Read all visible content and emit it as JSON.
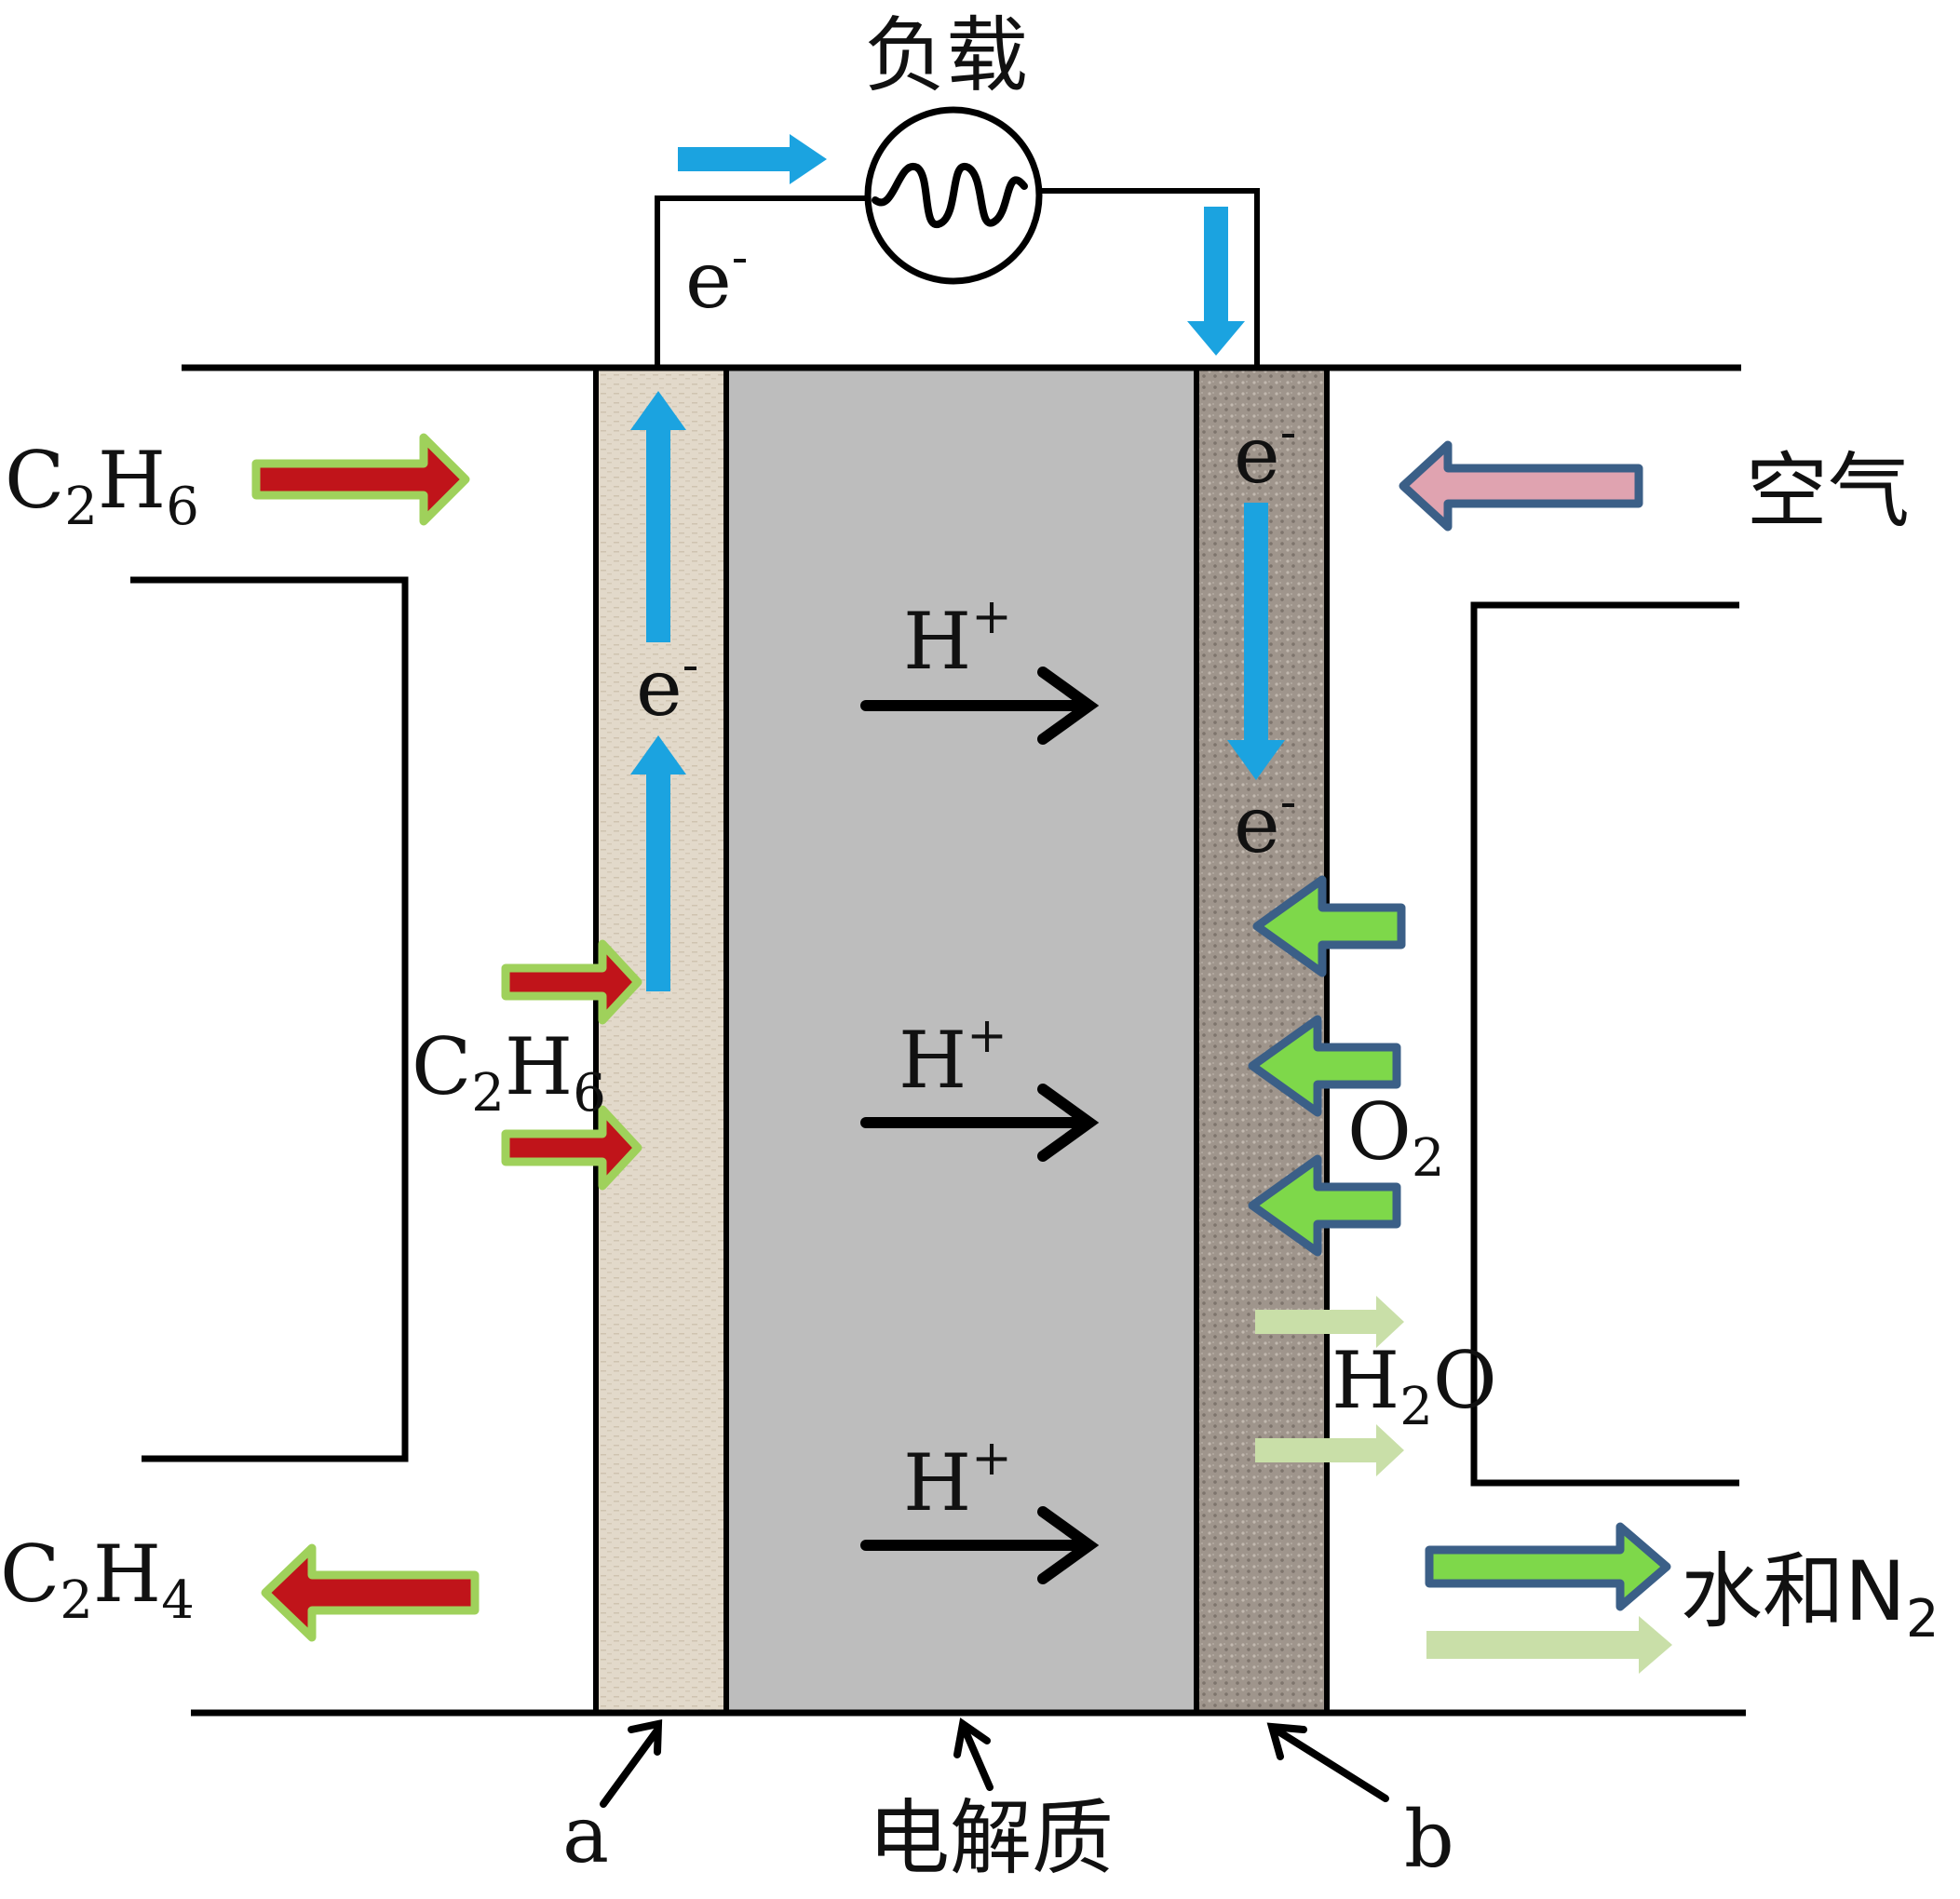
{
  "load_label": "负载",
  "electron": {
    "base": "e",
    "charge": "-"
  },
  "proton": {
    "base": "H",
    "charge": "+"
  },
  "anode_feed": {
    "c": "C",
    "c_sub": "2",
    "h": "H",
    "h_sub": "6"
  },
  "anode_reactant": {
    "c": "C",
    "c_sub": "2",
    "h": "H",
    "h_sub": "6"
  },
  "anode_product": {
    "c": "C",
    "c_sub": "2",
    "h": "H",
    "h_sub": "4"
  },
  "cathode_feed": "空气",
  "oxygen": {
    "base": "O",
    "sub": "2"
  },
  "water": {
    "h": "H",
    "h_sub": "2",
    "o": "O"
  },
  "cathode_exhaust": {
    "text": "水和N",
    "sub": "2"
  },
  "electrode_a": "a",
  "electrode_b": "b",
  "electrolyte_label": "电解质",
  "colors": {
    "electron_arrow": "#1ba3e0",
    "hydrocarbon_arrow_fill": "#c0141a",
    "hydrocarbon_arrow_edge": "#9fd15b",
    "oxygen_arrow_fill": "#7ed84a",
    "oxygen_arrow_edge": "#3b5f87",
    "water_arrow": "#c9dfa8",
    "air_arrow_fill": "#e0a3b0",
    "air_arrow_edge": "#3b5f87",
    "electrolyte": "#bcbcbc",
    "anode": "#e0d6c6",
    "cathode": "#9c9189"
  }
}
